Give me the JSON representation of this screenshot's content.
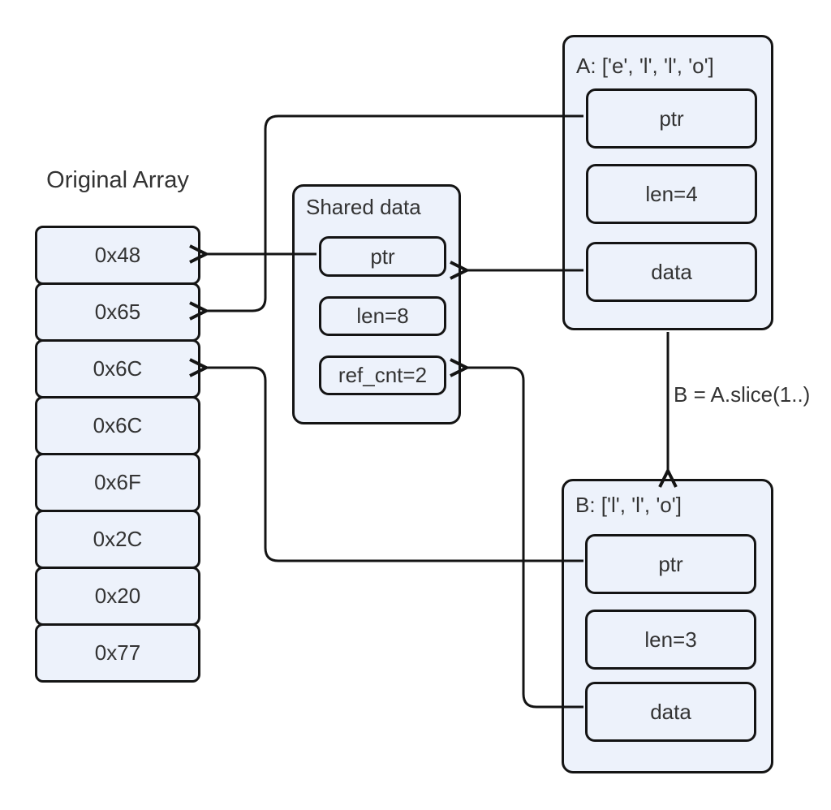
{
  "diagram": {
    "background": "#ffffff",
    "node_fill": "#edf2fb",
    "stroke_color": "#141414",
    "text_color": "#333333"
  },
  "original_array": {
    "title": "Original Array",
    "cells": [
      "0x48",
      "0x65",
      "0x6C",
      "0x6C",
      "0x6F",
      "0x2C",
      "0x20",
      "0x77"
    ]
  },
  "shared_data": {
    "label": "Shared data",
    "fields": [
      "ptr",
      "len=8",
      "ref_cnt=2"
    ]
  },
  "slice_a": {
    "label": "A: ['e', 'l', 'l', 'o']",
    "fields": [
      "ptr",
      "len=4",
      "data"
    ]
  },
  "slice_b": {
    "label": "B: ['l', 'l', 'o']",
    "fields": [
      "ptr",
      "len=3",
      "data"
    ]
  },
  "edge_labels": {
    "slice_operation": "B = A.slice(1..)"
  }
}
